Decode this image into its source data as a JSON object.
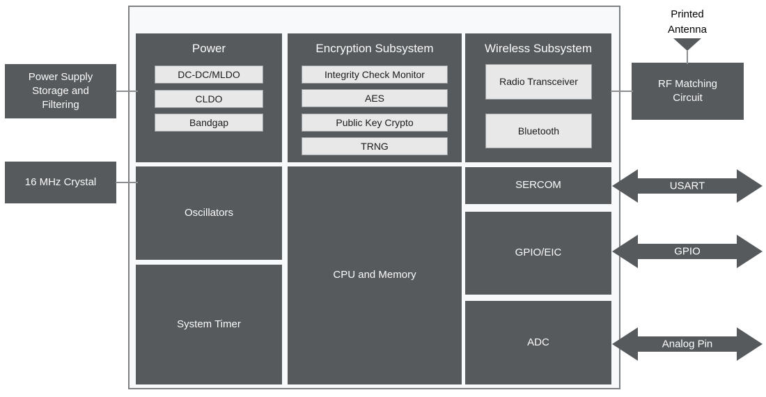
{
  "colors": {
    "block_fill": "#565a5d",
    "sub_block_fill": "#e8e8e8",
    "outer_fill": "#f8f9fa",
    "outer_border": "#7d8082",
    "connector_line": "#8c8f91",
    "block_text": "#fafafa",
    "sub_block_text": "#1a1a1a"
  },
  "external": {
    "power_supply": "Power Supply Storage and Filtering",
    "crystal": "16 MHz Crystal",
    "printed_antenna": "Printed Antenna",
    "rf_matching": "RF Matching Circuit"
  },
  "soc": {
    "power": {
      "title": "Power",
      "subs": [
        "DC-DC/MLDO",
        "CLDO",
        "Bandgap"
      ]
    },
    "encryption": {
      "title": "Encryption Subsystem",
      "subs": [
        "Integrity Check Monitor",
        "AES",
        "Public Key Crypto",
        "TRNG"
      ]
    },
    "wireless": {
      "title": "Wireless Subsystem",
      "subs": [
        "Radio Transceiver",
        "Bluetooth"
      ]
    },
    "oscillators": "Oscillators",
    "system_timer": "System Timer",
    "cpu_memory": "CPU and Memory",
    "sercom": "SERCOM",
    "gpio_eic": "GPIO/EIC",
    "adc": "ADC"
  },
  "io_arrows": [
    "USART",
    "GPIO",
    "Analog Pin"
  ]
}
